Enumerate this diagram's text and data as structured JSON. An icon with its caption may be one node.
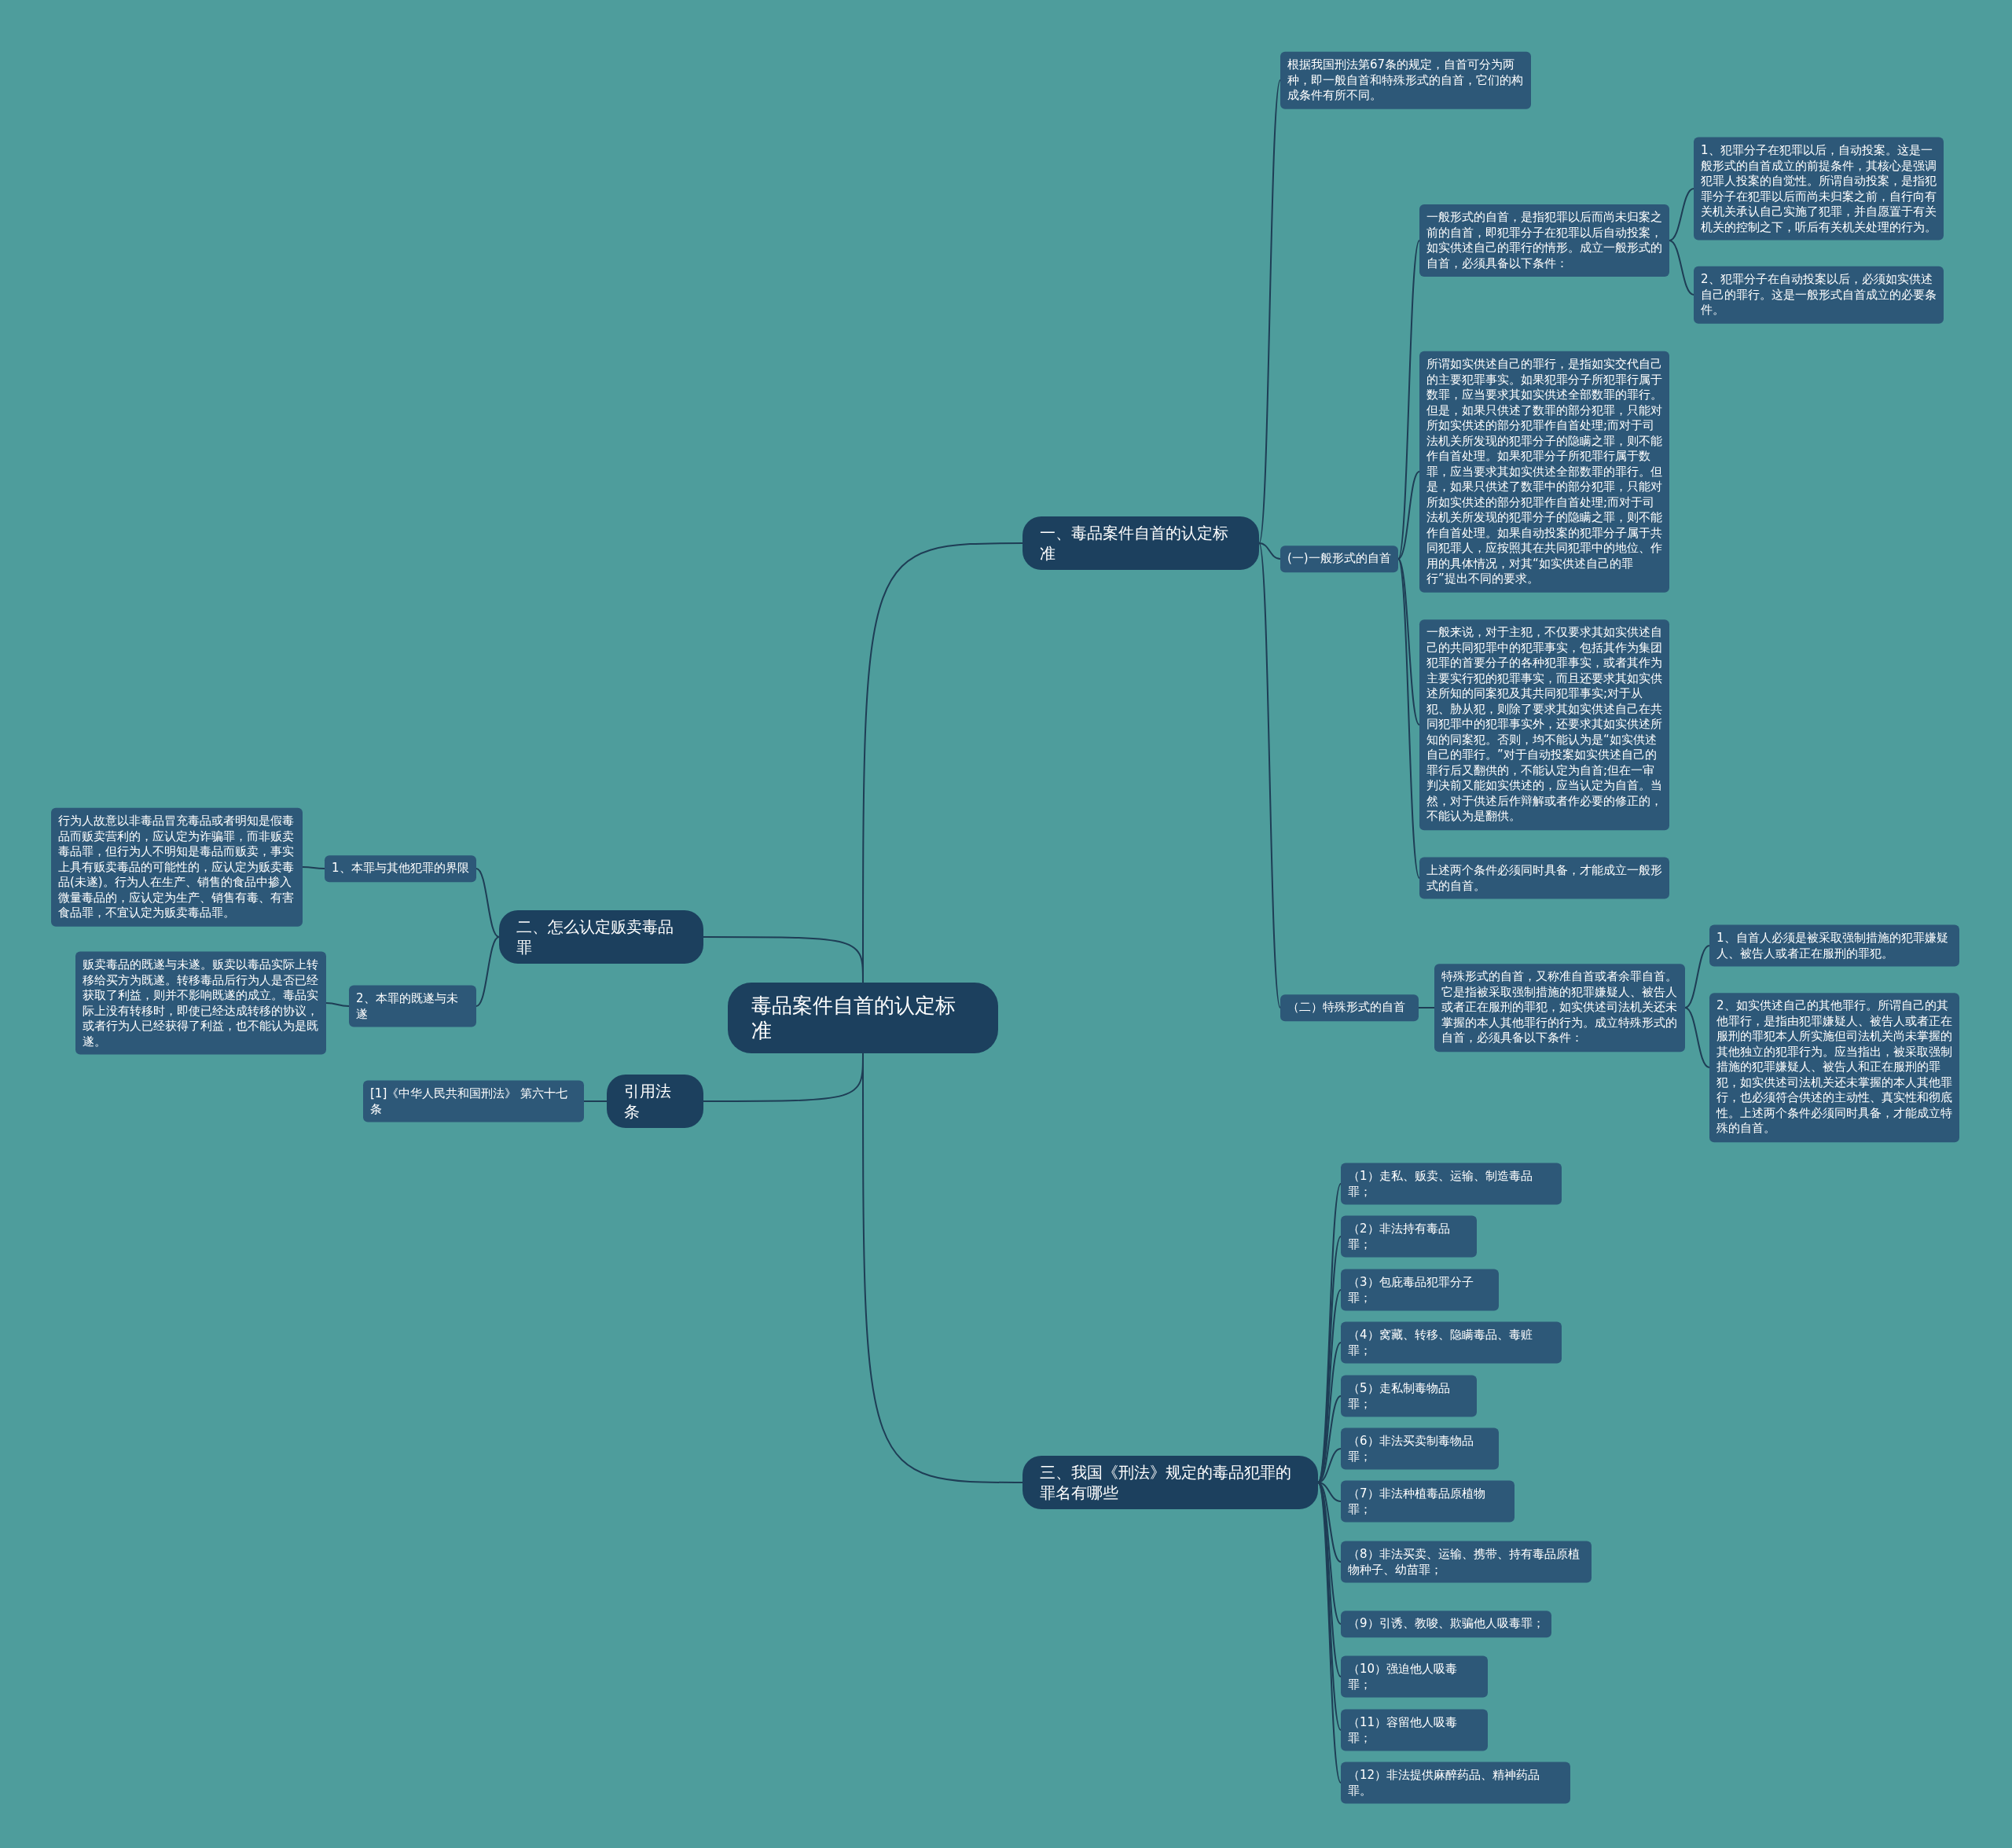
{
  "diagram": {
    "nodes": [
      {
        "text": [
          "毒品案件自首的认定标准"
        ]
      },
      {
        "text": [
          "一、毒品案件自首的认定标准"
        ]
      },
      {
        "text": [
          "根据我国刑法第67条的规定，自首可分为两种，即一般自首和特殊形式的自首，它们的构成条件有所不同。"
        ]
      },
      {
        "text": [
          "(一)一般形式的自首"
        ]
      },
      {
        "text": [
          "一般形式的自首，是指犯罪以后而尚未归案之前的自首，即犯罪分子在犯罪以后自动投案，如实供述自己的罪行的情形。成立一般形式的自首，必须具备以下条件："
        ]
      },
      {
        "text": [
          "1、犯罪分子在犯罪以后，自动投案。这是一般形式的自首成立的前提条件，其核心是强调犯罪人投案的自觉性。所谓自动投案，是指犯罪分子在犯罪以后而尚未归案之前，自行向有关机关承认自己实施了犯罪，并自愿置于有关机关的控制之下，听后有关机关处理的行为。"
        ]
      },
      {
        "text": [
          "2、犯罪分子在自动投案以后，必须如实供述自己的罪行。这是一般形式自首成立的必要条件。"
        ]
      },
      {
        "text": [
          "所谓如实供述自己的罪行，是指如实交代自己的主要犯罪事实。如果犯罪分子所犯罪行属于数罪，应当要求其如实供述全部数罪的罪行。但是，如果只供述了数罪的部分犯罪，只能对所如实供述的部分犯罪作自首处理;而对于司法机关所发现的犯罪分子的隐瞒之罪，则不能作自首处理。如果犯罪分子所犯罪行属于数罪，应当要求其如实供述全部数罪的罪行。但是，如果只供述了数罪中的部分犯罪，只能对所如实供述的部分犯罪作自首处理;而对于司法机关所发现的犯罪分子的隐瞒之罪，则不能作自首处理。如果自动投案的犯罪分子属于共同犯罪人，应按照其在共同犯罪中的地位、作用的具体情况，对其“如实供述自己的罪行”提出不同的要求。"
        ]
      },
      {
        "text": [
          "一般来说，对于主犯，不仅要求其如实供述自己的共同犯罪中的犯罪事实，包括其作为集团犯罪的首要分子的各种犯罪事实，或者其作为主要实行犯的犯罪事实，而且还要求其如实供述所知的同案犯及其共同犯罪事实;对于从犯、胁从犯，则除了要求其如实供述自己在共同犯罪中的犯罪事实外，还要求其如实供述所知的同案犯。否则，均不能认为是“如实供述自己的罪行。”对于自动投案如实供述自己的罪行后又翻供的，不能认定为自首;但在一审判决前又能如实供述的，应当认定为自首。当然，对于供述后作辩解或者作必要的修正的，不能认为是翻供。"
        ]
      },
      {
        "text": [
          "上述两个条件必须同时具备，才能成立一般形式的自首。"
        ]
      },
      {
        "text": [
          "（二）特殊形式的自首"
        ]
      },
      {
        "text": [
          "特殊形式的自首，又称准自首或者余罪自首。它是指被采取强制措施的犯罪嫌疑人、被告人或者正在服刑的罪犯，如实供述司法机关还未掌握的本人其他罪行的行为。成立特殊形式的自首，必须具备以下条件："
        ]
      },
      {
        "text": [
          "1、自首人必须是被采取强制措施的犯罪嫌疑人、被告人或者正在服刑的罪犯。"
        ]
      },
      {
        "text": [
          "2、如实供述自己的其他罪行。所谓自己的其他罪行，是指由犯罪嫌疑人、被告人或者正在服刑的罪犯本人所实施但司法机关尚未掌握的其他独立的犯罪行为。应当指出，被采取强制措施的犯罪嫌疑人、被告人和正在服刑的罪犯，如实供述司法机关还未掌握的本人其他罪行，也必须符合供述的主动性、真实性和彻底性。上述两个条件必须同时具备，才能成立特殊的自首。"
        ]
      },
      {
        "text": [
          "二、怎么认定贩卖毒品罪"
        ]
      },
      {
        "text": [
          "1、本罪与其他犯罪的界限"
        ]
      },
      {
        "text": [
          "行为人故意以非毒品冒充毒品或者明知是假毒品而贩卖营利的，应认定为诈骗罪，而非贩卖毒品罪，但行为人不明知是毒品而贩卖，事实上具有贩卖毒品的可能性的，应认定为贩卖毒品(未遂)。行为人在生产、销售的食品中掺入微量毒品的，应认定为生产、销售有毒、有害食品罪，不宜认定为贩卖毒品罪。"
        ]
      },
      {
        "text": [
          "2、本罪的既遂与未遂"
        ]
      },
      {
        "text": [
          "贩卖毒品的既遂与未遂。贩卖以毒品实际上转移给买方为既遂。转移毒品后行为人是否已经获取了利益，则并不影响既遂的成立。毒品实际上没有转移时，即使已经达成转移的协议，或者行为人已经获得了利益，也不能认为是既遂。"
        ]
      },
      {
        "text": [
          "引用法条"
        ]
      },
      {
        "text": [
          "[1]《中华人民共和国刑法》 第六十七条"
        ]
      },
      {
        "text": [
          "三、我国《刑法》规定的毒品犯罪的罪名有哪些"
        ]
      },
      {
        "text": [
          "（1）走私、贩卖、运输、制造毒品罪；"
        ]
      },
      {
        "text": [
          "（2）非法持有毒品罪；"
        ]
      },
      {
        "text": [
          "（3）包庇毒品犯罪分子罪；"
        ]
      },
      {
        "text": [
          "（4）窝藏、转移、隐瞒毒品、毒赃罪；"
        ]
      },
      {
        "text": [
          "（5）走私制毒物品罪；"
        ]
      },
      {
        "text": [
          "（6）非法买卖制毒物品罪；"
        ]
      },
      {
        "text": [
          "（7）非法种植毒品原植物罪；"
        ]
      },
      {
        "text": [
          "（8）非法买卖、运输、携带、持有毒品原植物种子、幼苗罪；"
        ]
      },
      {
        "text": [
          "（9）引诱、教唆、欺骗他人吸毒罪；"
        ]
      },
      {
        "text": [
          "（10）强迫他人吸毒罪；"
        ]
      },
      {
        "text": [
          "（11）容留他人吸毒罪；"
        ]
      },
      {
        "text": [
          "（12）非法提供麻醉药品、精神药品罪。"
        ]
      }
    ],
    "edges": [
      {
        "from": 0,
        "to": 1,
        "arrow": "none"
      },
      {
        "from": 1,
        "to": 2,
        "arrow": "none"
      },
      {
        "from": 1,
        "to": 3,
        "arrow": "none"
      },
      {
        "from": 3,
        "to": 4,
        "arrow": "none"
      },
      {
        "from": 4,
        "to": 5,
        "arrow": "none"
      },
      {
        "from": 4,
        "to": 6,
        "arrow": "none"
      },
      {
        "from": 3,
        "to": 7,
        "arrow": "none"
      },
      {
        "from": 3,
        "to": 8,
        "arrow": "none"
      },
      {
        "from": 3,
        "to": 9,
        "arrow": "none"
      },
      {
        "from": 1,
        "to": 10,
        "arrow": "none"
      },
      {
        "from": 10,
        "to": 11,
        "arrow": "none"
      },
      {
        "from": 11,
        "to": 12,
        "arrow": "none"
      },
      {
        "from": 11,
        "to": 13,
        "arrow": "none"
      },
      {
        "from": 0,
        "to": 14,
        "arrow": "none"
      },
      {
        "from": 14,
        "to": 15,
        "arrow": "none"
      },
      {
        "from": 15,
        "to": 16,
        "arrow": "none"
      },
      {
        "from": 14,
        "to": 17,
        "arrow": "none"
      },
      {
        "from": 17,
        "to": 18,
        "arrow": "none"
      },
      {
        "from": 0,
        "to": 19,
        "arrow": "none"
      },
      {
        "from": 19,
        "to": 20,
        "arrow": "none"
      },
      {
        "from": 0,
        "to": 21,
        "arrow": "none"
      },
      {
        "from": 21,
        "to": 22,
        "arrow": "none"
      },
      {
        "from": 21,
        "to": 23,
        "arrow": "none"
      },
      {
        "from": 21,
        "to": 24,
        "arrow": "none"
      },
      {
        "from": 21,
        "to": 25,
        "arrow": "none"
      },
      {
        "from": 21,
        "to": 26,
        "arrow": "none"
      },
      {
        "from": 21,
        "to": 27,
        "arrow": "none"
      },
      {
        "from": 21,
        "to": 28,
        "arrow": "none"
      },
      {
        "from": 21,
        "to": 29,
        "arrow": "none"
      },
      {
        "from": 21,
        "to": 30,
        "arrow": "none"
      },
      {
        "from": 21,
        "to": 31,
        "arrow": "none"
      },
      {
        "from": 21,
        "to": 32,
        "arrow": "none"
      },
      {
        "from": 21,
        "to": 33,
        "arrow": "none"
      }
    ]
  }
}
